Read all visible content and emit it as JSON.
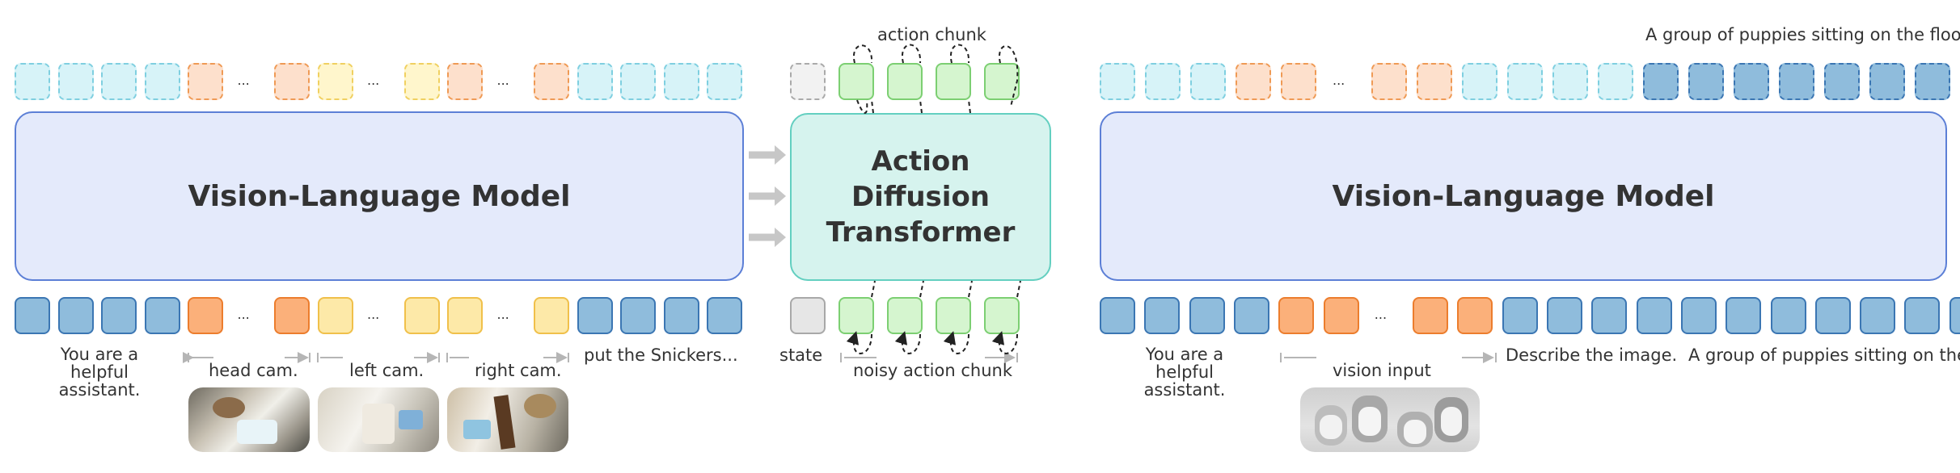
{
  "colors": {
    "light_blue": "#d7f3f8",
    "light_blue_border": "#7fcfe0",
    "light_orange": "#fde0cc",
    "light_orange_border": "#ef9a55",
    "light_yellow": "#fff6cc",
    "light_yellow_border": "#f0d060",
    "blue": "#8fbcdc",
    "blue_border": "#3b76b3",
    "orange": "#fbb07a",
    "orange_border": "#ec7d2d",
    "yellow": "#fde9a8",
    "yellow_border": "#f0c04a",
    "gray": "#e6e6e6",
    "gray_border": "#a8a8a8",
    "green": "#d5f5cf",
    "green_border": "#7ccf72",
    "vlm_fill": "#e4eafb",
    "vlm_border": "#5c7fd6",
    "dit_fill": "#d6f3ee",
    "dit_border": "#63cfc0"
  },
  "left_vlm": {
    "title": "Vision-Language Model",
    "top_tokens": [
      "light_blue",
      "light_blue",
      "light_blue",
      "light_blue",
      "light_orange",
      "ellipsis",
      "light_orange",
      "light_yellow",
      "ellipsis",
      "light_yellow",
      "light_orange",
      "ellipsis",
      "light_orange",
      "light_blue",
      "light_blue",
      "light_blue",
      "light_blue"
    ],
    "bottom_tokens": [
      "blue",
      "blue",
      "blue",
      "blue",
      "orange",
      "ellipsis",
      "orange",
      "yellow",
      "ellipsis",
      "yellow",
      "yellow",
      "ellipsis",
      "yellow",
      "blue",
      "blue",
      "blue",
      "blue"
    ],
    "labels": {
      "prompt": "You are a helpful\nassistant.",
      "head": "head cam.",
      "left": "left cam.",
      "right": "right cam.",
      "instruction": "put the Snickers..."
    },
    "images": [
      "head-camera-image",
      "left-camera-image",
      "right-camera-image"
    ]
  },
  "dit": {
    "title": "Action\nDiffusion\nTransformer",
    "top_label": "action chunk",
    "state_label": "state",
    "noisy_label": "noisy action chunk"
  },
  "right_vlm": {
    "title": "Vision-Language Model",
    "caption": "A group of puppies sitting on the floor.",
    "top_tokens": [
      "light_blue",
      "light_blue",
      "light_blue",
      "light_orange",
      "light_orange",
      "ellipsis",
      "light_orange",
      "light_orange",
      "light_blue",
      "light_blue",
      "light_blue",
      "light_blue",
      "blue",
      "blue",
      "blue",
      "blue",
      "blue",
      "blue",
      "blue"
    ],
    "bottom_tokens": [
      "blue",
      "blue",
      "blue",
      "blue",
      "orange",
      "orange",
      "ellipsis",
      "orange",
      "orange",
      "blue",
      "blue",
      "blue",
      "blue",
      "blue",
      "blue",
      "blue",
      "blue",
      "blue",
      "blue",
      "blue"
    ],
    "labels": {
      "prompt": "You are a helpful\nassistant.",
      "vision": "vision input",
      "describe": "Describe the image.",
      "answer": "A group of puppies sitting on the"
    },
    "images": [
      "puppies-image"
    ]
  }
}
